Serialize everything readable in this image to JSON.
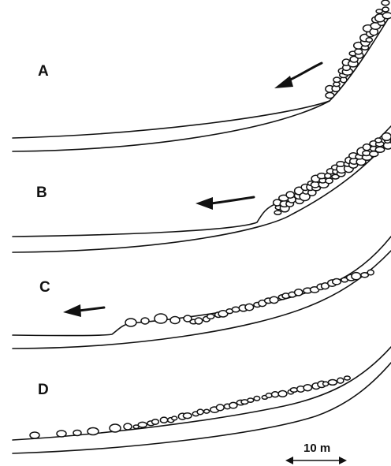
{
  "panels": [
    {
      "id": "A",
      "label": "A"
    },
    {
      "id": "B",
      "label": "B"
    },
    {
      "id": "C",
      "label": "C"
    },
    {
      "id": "D",
      "label": "D"
    }
  ],
  "scale_bar": {
    "label": "10 m"
  },
  "colors": {
    "ink": "#111111",
    "background": "#ffffff"
  }
}
